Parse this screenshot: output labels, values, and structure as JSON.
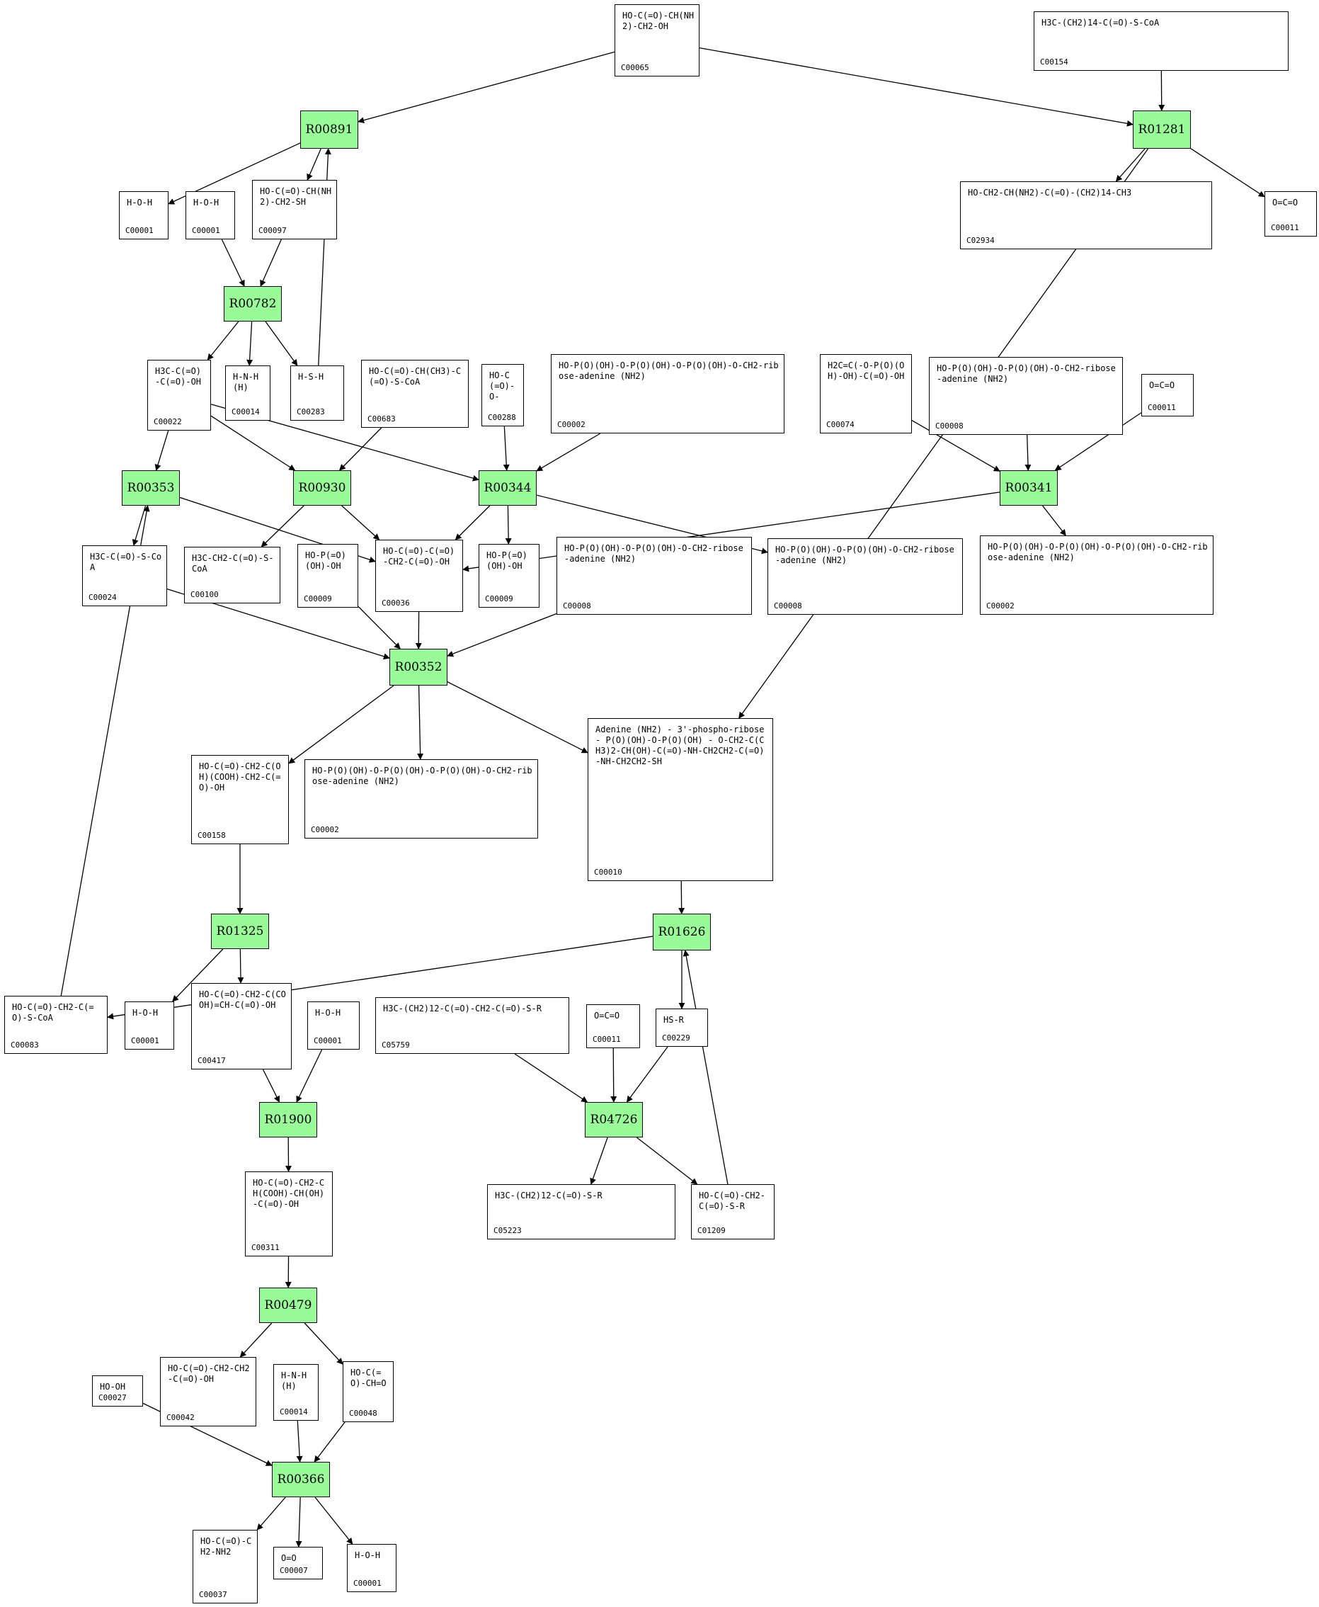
{
  "reactions": [
    {
      "id": "R00891",
      "label": "R00891"
    },
    {
      "id": "R01281",
      "label": "R01281"
    },
    {
      "id": "R00782",
      "label": "R00782"
    },
    {
      "id": "R00353",
      "label": "R00353"
    },
    {
      "id": "R00930",
      "label": "R00930"
    },
    {
      "id": "R00344",
      "label": "R00344"
    },
    {
      "id": "R00341",
      "label": "R00341"
    },
    {
      "id": "R00352",
      "label": "R00352"
    },
    {
      "id": "R01325",
      "label": "R01325"
    },
    {
      "id": "R01626",
      "label": "R01626"
    },
    {
      "id": "R01900",
      "label": "R01900"
    },
    {
      "id": "R04726",
      "label": "R04726"
    },
    {
      "id": "R00479",
      "label": "R00479"
    },
    {
      "id": "R00366",
      "label": "R00366"
    }
  ],
  "compounds": [
    {
      "id": "n_C00065",
      "cid": "C00065",
      "formula": "HO-C(=O)-CH(NH2)-CH2-OH"
    },
    {
      "id": "n_C00154",
      "cid": "C00154",
      "formula": "H3C-(CH2)14-C(=O)-S-CoA"
    },
    {
      "id": "n_C00001_a",
      "cid": "C00001",
      "formula": "H-O-H"
    },
    {
      "id": "n_C00001_b",
      "cid": "C00001",
      "formula": "H-O-H"
    },
    {
      "id": "n_C00097",
      "cid": "C00097",
      "formula": "HO-C(=O)-CH(NH2)-CH2-SH"
    },
    {
      "id": "n_C02934",
      "cid": "C02934",
      "formula": "HO-CH2-CH(NH2)-C(=O)-(CH2)14-CH3"
    },
    {
      "id": "n_C00011_a",
      "cid": "C00011",
      "formula": "O=C=O"
    },
    {
      "id": "n_C00022",
      "cid": "C00022",
      "formula": "H3C-C(=O)-C(=O)-OH"
    },
    {
      "id": "n_C00014_a",
      "cid": "C00014",
      "formula": "H-N-H (H)"
    },
    {
      "id": "n_C00283",
      "cid": "C00283",
      "formula": "H-S-H"
    },
    {
      "id": "n_C00683",
      "cid": "C00683",
      "formula": "HO-C(=O)-CH(CH3)-C(=O)-S-CoA"
    },
    {
      "id": "n_C00288",
      "cid": "C00288",
      "formula": "HO-C(=O)-O-"
    },
    {
      "id": "n_C00002_a",
      "cid": "C00002",
      "formula": "HO-P(O)(OH)-O-P(O)(OH)-O-P(O)(OH)-O-CH2-ribose-adenine (NH2)"
    },
    {
      "id": "n_C00074",
      "cid": "C00074",
      "formula": "H2C=C(-O-P(O)(OH)-OH)-C(=O)-OH"
    },
    {
      "id": "n_C00008_a",
      "cid": "C00008",
      "formula": "HO-P(O)(OH)-O-P(O)(OH)-O-CH2-ribose-adenine (NH2)"
    },
    {
      "id": "n_C00011_b",
      "cid": "C00011",
      "formula": "O=C=O"
    },
    {
      "id": "n_C00024",
      "cid": "C00024",
      "formula": "H3C-C(=O)-S-CoA"
    },
    {
      "id": "n_C00100",
      "cid": "C00100",
      "formula": "H3C-CH2-C(=O)-S-CoA"
    },
    {
      "id": "n_C00009_a",
      "cid": "C00009",
      "formula": "HO-P(=O)(OH)-OH"
    },
    {
      "id": "n_C00036",
      "cid": "C00036",
      "formula": "HO-C(=O)-C(=O)-CH2-C(=O)-OH"
    },
    {
      "id": "n_C00009_b",
      "cid": "C00009",
      "formula": "HO-P(=O)(OH)-OH"
    },
    {
      "id": "n_C00008_b",
      "cid": "C00008",
      "formula": "HO-P(O)(OH)-O-P(O)(OH)-O-CH2-ribose-adenine (NH2)"
    },
    {
      "id": "n_C00008_c",
      "cid": "C00008",
      "formula": "HO-P(O)(OH)-O-P(O)(OH)-O-CH2-ribose-adenine (NH2)"
    },
    {
      "id": "n_C00002_b",
      "cid": "C00002",
      "formula": "HO-P(O)(OH)-O-P(O)(OH)-O-P(O)(OH)-O-CH2-ribose-adenine (NH2)"
    },
    {
      "id": "n_C00158",
      "cid": "C00158",
      "formula": "HO-C(=O)-CH2-C(OH)(COOH)-CH2-C(=O)-OH"
    },
    {
      "id": "n_C00002_c",
      "cid": "C00002",
      "formula": "HO-P(O)(OH)-O-P(O)(OH)-O-P(O)(OH)-O-CH2-ribose-adenine (NH2)"
    },
    {
      "id": "n_C00010",
      "cid": "C00010",
      "formula": "Adenine (NH2) - 3'-phospho-ribose - P(O)(OH)-O-P(O)(OH) - O-CH2-C(CH3)2-CH(OH)-C(=O)-NH-CH2CH2-C(=O)-NH-CH2CH2-SH"
    },
    {
      "id": "n_C00083",
      "cid": "C00083",
      "formula": "HO-C(=O)-CH2-C(=O)-S-CoA"
    },
    {
      "id": "n_C00001_c",
      "cid": "C00001",
      "formula": "H-O-H"
    },
    {
      "id": "n_C00417",
      "cid": "C00417",
      "formula": "HO-C(=O)-CH2-C(COOH)=CH-C(=O)-OH"
    },
    {
      "id": "n_C00001_d",
      "cid": "C00001",
      "formula": "H-O-H"
    },
    {
      "id": "n_C05759",
      "cid": "C05759",
      "formula": "H3C-(CH2)12-C(=O)-CH2-C(=O)-S-R"
    },
    {
      "id": "n_C00011_c",
      "cid": "C00011",
      "formula": "O=C=O"
    },
    {
      "id": "n_C00229",
      "cid": "C00229",
      "formula": "HS-R"
    },
    {
      "id": "n_C00311",
      "cid": "C00311",
      "formula": "HO-C(=O)-CH2-CH(COOH)-CH(OH)-C(=O)-OH"
    },
    {
      "id": "n_C05223",
      "cid": "C05223",
      "formula": "H3C-(CH2)12-C(=O)-S-R"
    },
    {
      "id": "n_C01209",
      "cid": "C01209",
      "formula": "HO-C(=O)-CH2-C(=O)-S-R"
    },
    {
      "id": "n_C00027",
      "cid": "C00027",
      "formula": "HO-OH"
    },
    {
      "id": "n_C00042",
      "cid": "C00042",
      "formula": "HO-C(=O)-CH2-CH2-C(=O)-OH"
    },
    {
      "id": "n_C00014_b",
      "cid": "C00014",
      "formula": "H-N-H (H)"
    },
    {
      "id": "n_C00048",
      "cid": "C00048",
      "formula": "HO-C(=O)-CH=O"
    },
    {
      "id": "n_C00037",
      "cid": "C00037",
      "formula": "HO-C(=O)-CH2-NH2"
    },
    {
      "id": "n_C00007",
      "cid": "C00007",
      "formula": "O=O"
    },
    {
      "id": "n_C00001_e",
      "cid": "C00001",
      "formula": "H-O-H"
    }
  ],
  "edges": [
    [
      "n_C00065",
      "R00891"
    ],
    [
      "n_C00065",
      "R01281"
    ],
    [
      "n_C00154",
      "R01281"
    ],
    [
      "R00891",
      "n_C00001_a"
    ],
    [
      "R00891",
      "n_C00097"
    ],
    [
      "n_C00283",
      "R00891"
    ],
    [
      "R01281",
      "n_C02934"
    ],
    [
      "R01281",
      "n_C00011_a"
    ],
    [
      "R01281",
      "n_C00010"
    ],
    [
      "n_C00001_b",
      "R00782"
    ],
    [
      "n_C00097",
      "R00782"
    ],
    [
      "R00782",
      "n_C00022"
    ],
    [
      "R00782",
      "n_C00014_a"
    ],
    [
      "R00782",
      "n_C00283"
    ],
    [
      "n_C00022",
      "R00353"
    ],
    [
      "n_C00022",
      "R00930"
    ],
    [
      "n_C00022",
      "R00344"
    ],
    [
      "n_C00683",
      "R00930"
    ],
    [
      "n_C00288",
      "R00344"
    ],
    [
      "n_C00002_a",
      "R00344"
    ],
    [
      "n_C00074",
      "R00341"
    ],
    [
      "n_C00008_a",
      "R00341"
    ],
    [
      "n_C00011_b",
      "R00341"
    ],
    [
      "R00353",
      "n_C00024"
    ],
    [
      "R00353",
      "n_C00036"
    ],
    [
      "R00930",
      "n_C00100"
    ],
    [
      "R00930",
      "n_C00036"
    ],
    [
      "R00344",
      "n_C00036"
    ],
    [
      "R00344",
      "n_C00009_b"
    ],
    [
      "R00344",
      "n_C00008_c"
    ],
    [
      "R00341",
      "n_C00036"
    ],
    [
      "R00341",
      "n_C00002_b"
    ],
    [
      "n_C00024",
      "R00352"
    ],
    [
      "n_C00009_a",
      "R00352"
    ],
    [
      "n_C00036",
      "R00352"
    ],
    [
      "n_C00008_b",
      "R00352"
    ],
    [
      "R00352",
      "n_C00158"
    ],
    [
      "R00352",
      "n_C00002_c"
    ],
    [
      "R00352",
      "n_C00010"
    ],
    [
      "n_C00158",
      "R01325"
    ],
    [
      "n_C00010",
      "R01626"
    ],
    [
      "R01626",
      "n_C00083"
    ],
    [
      "R01626",
      "n_C00229"
    ],
    [
      "n_C00083",
      "R00353"
    ],
    [
      "R01325",
      "n_C00001_c"
    ],
    [
      "R01325",
      "n_C00417"
    ],
    [
      "n_C00417",
      "R01900"
    ],
    [
      "n_C00001_d",
      "R01900"
    ],
    [
      "n_C05759",
      "R04726"
    ],
    [
      "n_C00011_c",
      "R04726"
    ],
    [
      "n_C00229",
      "R04726"
    ],
    [
      "R04726",
      "n_C05223"
    ],
    [
      "R04726",
      "n_C01209"
    ],
    [
      "n_C01209",
      "R01626"
    ],
    [
      "R01900",
      "n_C00311"
    ],
    [
      "n_C00311",
      "R00479"
    ],
    [
      "R00479",
      "n_C00042"
    ],
    [
      "R00479",
      "n_C00048"
    ],
    [
      "n_C00027",
      "R00366"
    ],
    [
      "n_C00014_b",
      "R00366"
    ],
    [
      "n_C00048",
      "R00366"
    ],
    [
      "R00366",
      "n_C00037"
    ],
    [
      "R00366",
      "n_C00007"
    ],
    [
      "R00366",
      "n_C00001_e"
    ]
  ]
}
